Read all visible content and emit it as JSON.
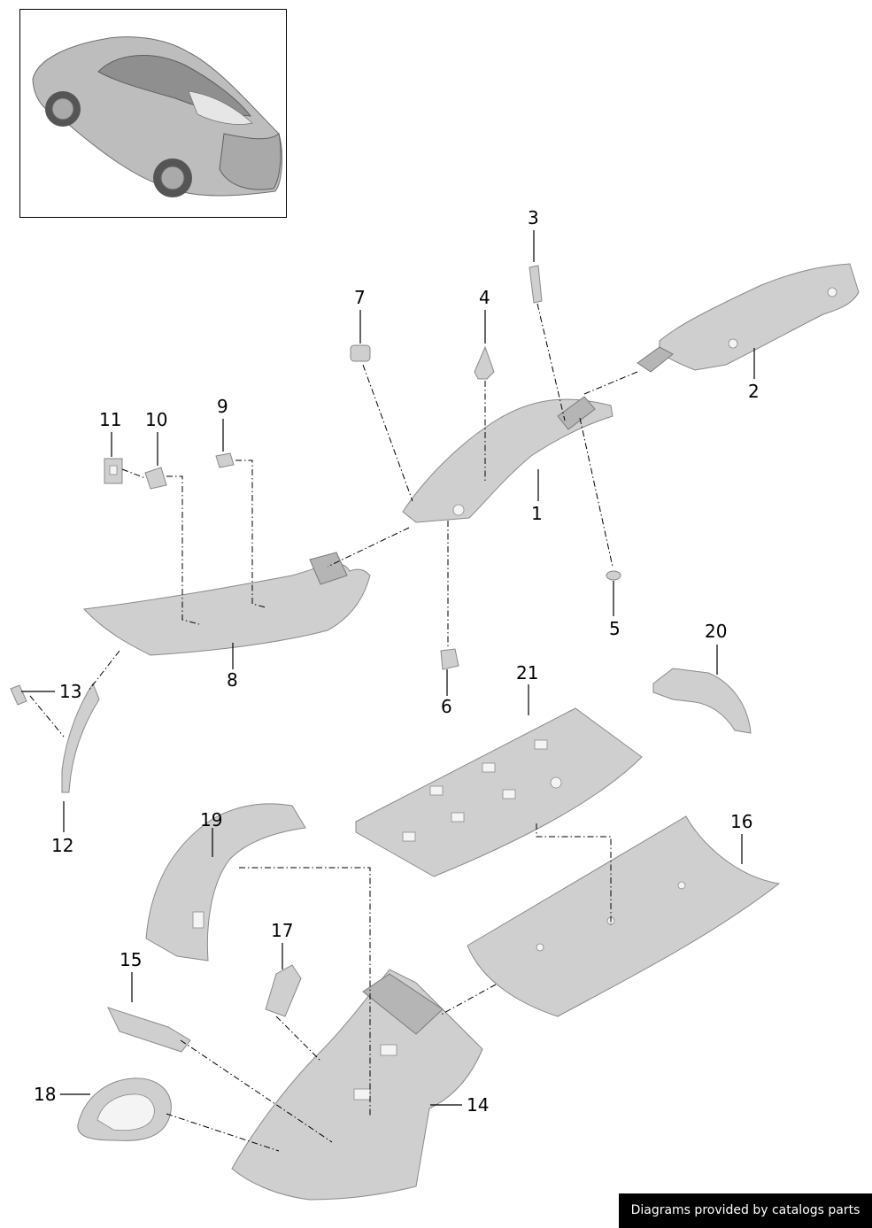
{
  "callouts": [
    "1",
    "2",
    "3",
    "4",
    "5",
    "6",
    "7",
    "8",
    "9",
    "10",
    "11",
    "12",
    "13",
    "14",
    "15",
    "16",
    "17",
    "18",
    "19",
    "20",
    "21"
  ],
  "credit": "Diagrams provided by catalogs parts",
  "colors": {
    "part_fill": "#cfcfcf",
    "part_stroke": "#8a8a8a",
    "line": "#000000",
    "credit_bg": "#000000"
  },
  "inset": {
    "subject": "coupe-car-illustration"
  }
}
